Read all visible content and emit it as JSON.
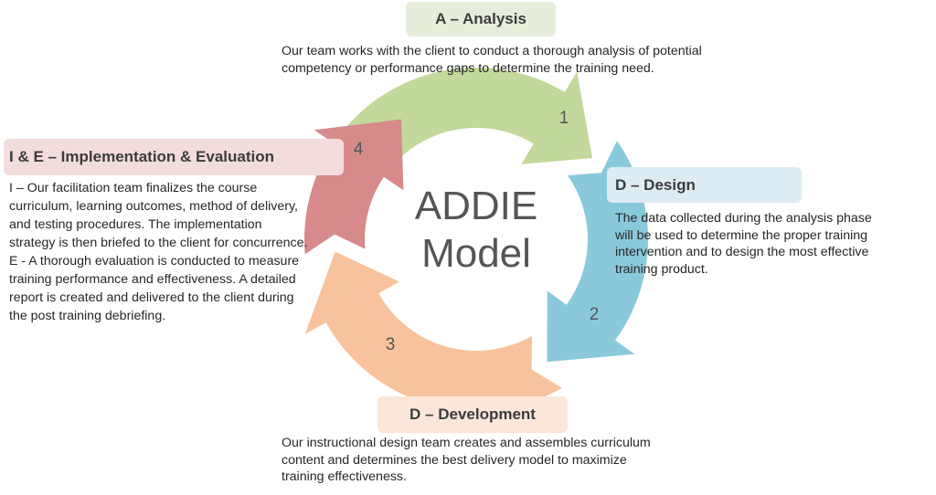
{
  "center": {
    "line1": "ADDIE",
    "line2": "Model"
  },
  "numbers": [
    "1",
    "2",
    "3",
    "4"
  ],
  "colors": {
    "analysis": "#c3d89b",
    "design": "#8ac9dc",
    "development": "#f8c29c",
    "implementation": "#d68a8a"
  },
  "phases": {
    "analysis": {
      "title": "A – Analysis",
      "description": [
        "Our team works with the client to conduct a thorough  analysis of potential",
        "competency or performance gaps to determine the training need."
      ]
    },
    "design": {
      "title": "D – Design",
      "description": [
        "The data collected during the analysis phase",
        "will be used to determine the proper training",
        "intervention and to design the most effective",
        "training product."
      ]
    },
    "development": {
      "title": "D – Development",
      "description": [
        "Our instructional design team creates and assembles curriculum",
        "content and determines the best delivery model to maximize",
        "training effectiveness."
      ]
    },
    "implementation": {
      "title": "I & E – Implementation & Evaluation",
      "description": [
        "I – Our facilitation team finalizes the course",
        "curriculum, learning outcomes, method of delivery,",
        "and testing procedures. The implementation",
        "strategy is then briefed to the client for concurrence.",
        "E - A thorough evaluation is conducted to measure",
        "training performance and effectiveness. A detailed",
        "report is created and delivered to the client during",
        "the post training debriefing."
      ]
    }
  }
}
